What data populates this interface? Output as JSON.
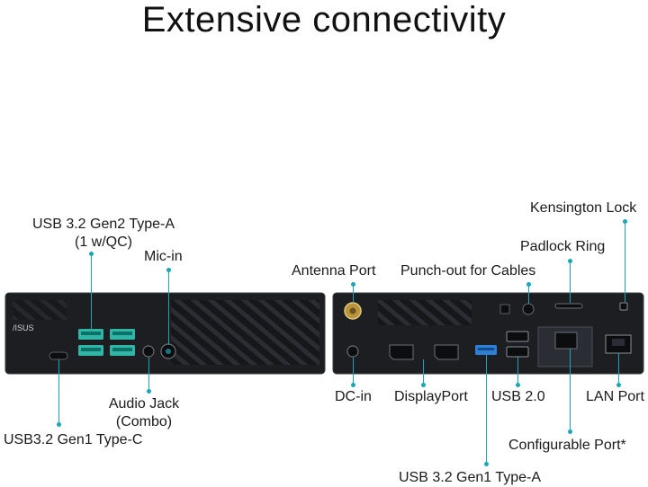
{
  "title": "Extensive connectivity",
  "brand": {
    "logo_text": "/ISUS"
  },
  "front_panel": {
    "labels": {
      "usb32_gen2_type_a": "USB 3.2 Gen2 Type-A",
      "usb32_gen2_qc": "(1 w/QC)",
      "mic_in": "Mic-in",
      "audio_jack": "Audio Jack",
      "audio_jack_combo": "(Combo)",
      "usb32_gen1_type_c": "USB3.2 Gen1 Type-C"
    }
  },
  "rear_panel": {
    "labels": {
      "kensington_lock": "Kensington Lock",
      "padlock_ring": "Padlock Ring",
      "antenna_port": "Antenna Port",
      "punch_out": "Punch-out for Cables",
      "dc_in": "DC-in",
      "displayport": "DisplayPort",
      "usb20": "USB 2.0",
      "lan_port": "LAN Port",
      "configurable_port": "Configurable Port*",
      "usb32_gen1_type_a": "USB 3.2 Gen1 Type-A"
    }
  },
  "colors": {
    "accent": "#1aa6b7",
    "chassis": "#1c1e22",
    "usb3_blue": "#2f7fd6",
    "usb_teal": "#2fb6a6"
  }
}
